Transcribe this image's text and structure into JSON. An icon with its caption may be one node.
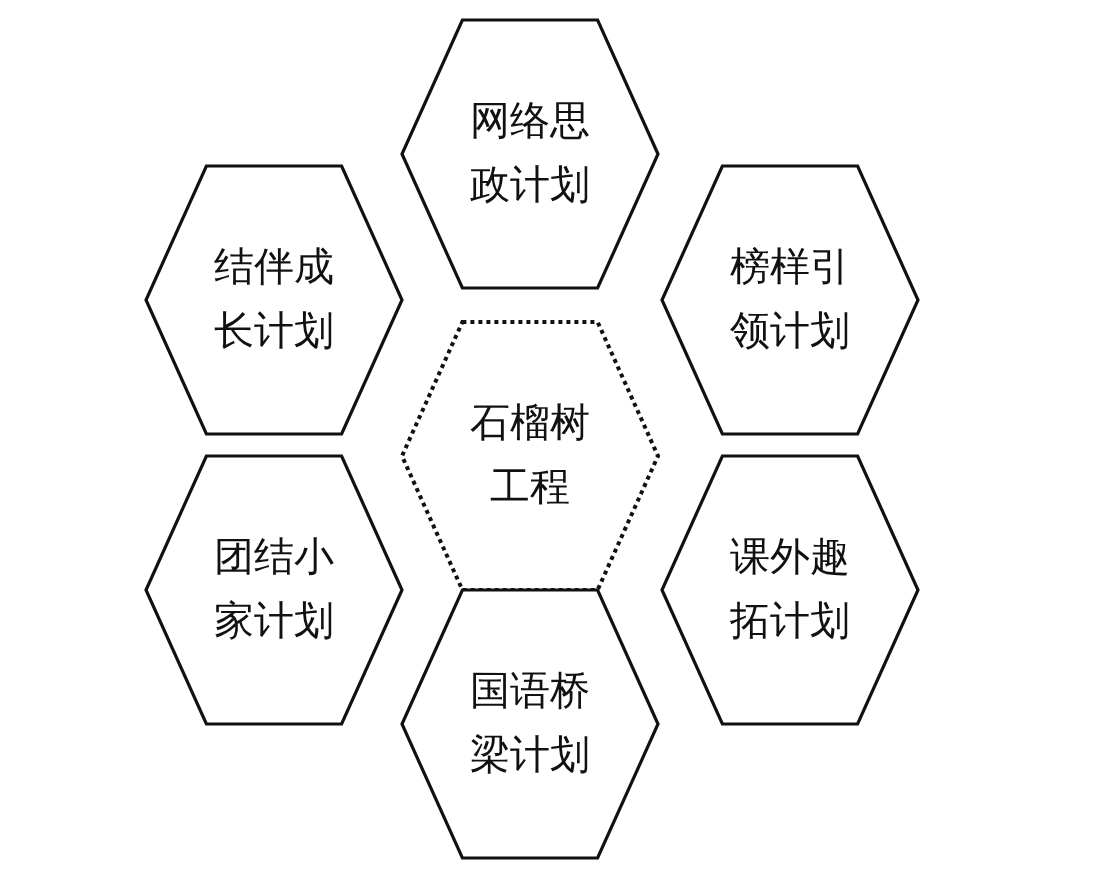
{
  "diagram": {
    "nodes": [
      {
        "text": [
          "网络思政计划"
        ]
      },
      {
        "text": [
          "结伴成长计划"
        ]
      },
      {
        "text": [
          "榜样引领计划"
        ]
      },
      {
        "text": [
          "石榴树工程"
        ]
      },
      {
        "text": [
          "团结小家计划"
        ]
      },
      {
        "text": [
          "课外趣拓计划"
        ]
      },
      {
        "text": [
          "国语桥梁计划"
        ]
      }
    ]
  }
}
